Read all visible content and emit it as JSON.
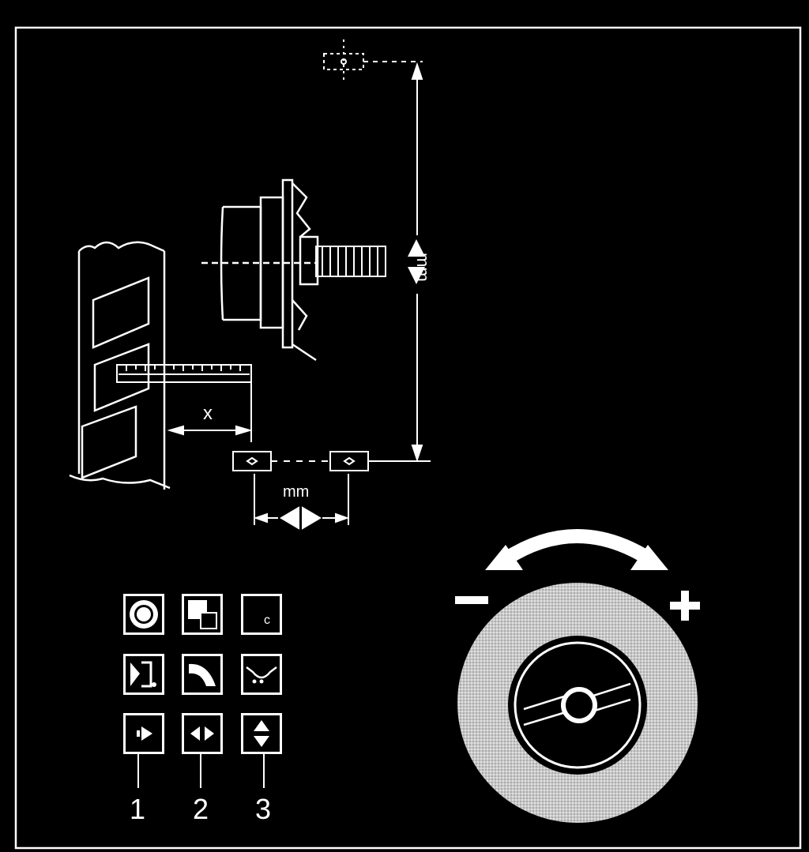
{
  "diagram": {
    "dimension_x_label": "x",
    "horizontal_unit_label": "mm",
    "vertical_unit_label": "mm"
  },
  "dial": {
    "minus_label": "−",
    "plus_label": "+"
  },
  "control_panel": {
    "buttons": [
      {
        "icon": "rotating-disc-icon"
      },
      {
        "icon": "square-overlay-icon"
      },
      {
        "icon": "c-key-icon",
        "text": "c"
      },
      {
        "icon": "mirror-note-icon"
      },
      {
        "icon": "curve-icon"
      },
      {
        "icon": "wheel-path-icon"
      },
      {
        "icon": "arrow-right-icon"
      },
      {
        "icon": "arrow-left-right-icon"
      },
      {
        "icon": "arrow-up-down-icon"
      }
    ],
    "callouts": [
      "1",
      "2",
      "3"
    ]
  }
}
